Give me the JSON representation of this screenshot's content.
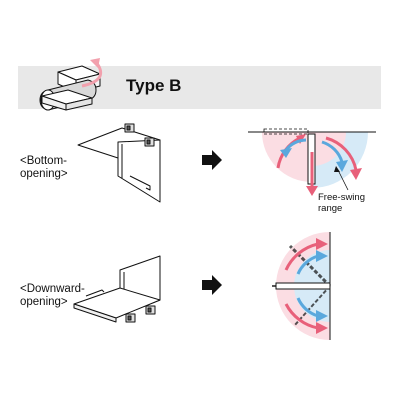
{
  "header": {
    "title": "Type B"
  },
  "sections": [
    {
      "label_line1": "<Bottom-",
      "label_line2": "opening>"
    },
    {
      "label_line1": "<Downward-",
      "label_line2": "opening>"
    }
  ],
  "annotation": {
    "line1": "Free-swing",
    "line2": "range"
  },
  "colors": {
    "band": "#e8e8e8",
    "swing_red": "#e8607a",
    "swing_red_fill": "#fbdde3",
    "swing_blue": "#5aa8dd",
    "swing_blue_fill": "#d6eaf7",
    "icon_arrow": "#f2a0ad",
    "ink": "#111111"
  },
  "icons": [
    "hinge-icon",
    "rotate-arrow-icon",
    "right-arrow-icon",
    "door-panel-icon"
  ]
}
